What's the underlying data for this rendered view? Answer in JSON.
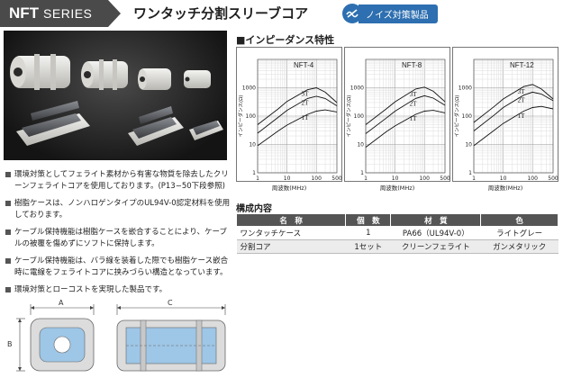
{
  "header": {
    "series_bold": "NFT",
    "series_rest": "SERIES",
    "title": "ワンタッチ分割スリーブコア",
    "badge": "ノイズ対策製品",
    "accent": "#2d6fb0",
    "dark": "#4a4a4a",
    "badge_icon": "noise-wave-icon"
  },
  "features": [
    "環境対策としてフェライト素材から有害な物質を除去したクリーンフェライトコアを使用しております。(P13−50下段参照)",
    "樹脂ケースは、ノンハロゲンタイプのUL94V-0認定材料を使用しております。",
    "ケーブル保持機能は樹脂ケースを嵌合することにより、ケーブルの被覆を傷めずにソフトに保持します。",
    "ケーブル保持機能は、バラ線を装着した際でも樹脂ケース嵌合時に電線をフェライトコアに挟みづらい構造となっています。",
    "環境対策とローコストを実現した製品です。"
  ],
  "impedance": {
    "section_title": "■インピーダンス特性",
    "xlabel": "周波数(MHz)",
    "ylabel": "インピーダンス(Ω)"
  },
  "chart_data": [
    {
      "type": "line",
      "title": "NFT-4",
      "xlabel": "周波数(MHz)",
      "ylabel": "インピーダンス(Ω)",
      "x_scale": "log",
      "y_scale": "log",
      "xlim": [
        1,
        500
      ],
      "ylim": [
        1,
        10000
      ],
      "x_ticks": [
        "1",
        "10",
        "100",
        "500"
      ],
      "y_ticks": [
        "1",
        "10",
        "100",
        "1000"
      ],
      "grid": true,
      "series": [
        {
          "name": "1T",
          "x": [
            1,
            5,
            10,
            50,
            100,
            200,
            500
          ],
          "y": [
            9,
            30,
            48,
            115,
            150,
            165,
            140
          ]
        },
        {
          "name": "2T",
          "x": [
            1,
            5,
            10,
            50,
            100,
            200,
            500
          ],
          "y": [
            25,
            90,
            160,
            420,
            500,
            420,
            230
          ]
        },
        {
          "name": "3T",
          "x": [
            1,
            5,
            10,
            50,
            100,
            200,
            500
          ],
          "y": [
            50,
            180,
            330,
            850,
            1000,
            700,
            300
          ]
        }
      ]
    },
    {
      "type": "line",
      "title": "NFT-8",
      "xlabel": "周波数(MHz)",
      "ylabel": "インピーダンス(Ω)",
      "x_scale": "log",
      "y_scale": "log",
      "xlim": [
        1,
        500
      ],
      "ylim": [
        1,
        10000
      ],
      "x_ticks": [
        "1",
        "10",
        "100",
        "500"
      ],
      "y_ticks": [
        "1",
        "10",
        "100",
        "1000"
      ],
      "grid": true,
      "series": [
        {
          "name": "1T",
          "x": [
            1,
            5,
            10,
            50,
            100,
            200,
            500
          ],
          "y": [
            8,
            28,
            45,
            115,
            150,
            160,
            130
          ]
        },
        {
          "name": "2T",
          "x": [
            1,
            5,
            10,
            50,
            100,
            200,
            500
          ],
          "y": [
            24,
            85,
            150,
            420,
            520,
            430,
            240
          ]
        },
        {
          "name": "3T",
          "x": [
            1,
            5,
            10,
            50,
            100,
            200,
            500
          ],
          "y": [
            50,
            180,
            320,
            900,
            1050,
            750,
            320
          ]
        }
      ]
    },
    {
      "type": "line",
      "title": "NFT-12",
      "xlabel": "周波数(MHz)",
      "ylabel": "インピーダンス(Ω)",
      "x_scale": "log",
      "y_scale": "log",
      "xlim": [
        1,
        500
      ],
      "ylim": [
        1,
        10000
      ],
      "x_ticks": [
        "1",
        "10",
        "100",
        "500"
      ],
      "y_ticks": [
        "1",
        "10",
        "100",
        "1000"
      ],
      "grid": true,
      "series": [
        {
          "name": "1T",
          "x": [
            1,
            5,
            10,
            50,
            100,
            200,
            500
          ],
          "y": [
            9,
            32,
            55,
            150,
            200,
            220,
            180
          ]
        },
        {
          "name": "2T",
          "x": [
            1,
            5,
            10,
            50,
            100,
            200,
            500
          ],
          "y": [
            30,
            110,
            200,
            550,
            700,
            600,
            350
          ]
        },
        {
          "name": "3T",
          "x": [
            1,
            5,
            10,
            50,
            100,
            200,
            500
          ],
          "y": [
            60,
            220,
            400,
            1100,
            1300,
            900,
            400
          ]
        }
      ]
    }
  ],
  "composition": {
    "title": "構成内容",
    "headers": [
      "名　称",
      "個　数",
      "材　質",
      "色"
    ],
    "rows": [
      [
        "ワンタッチケース",
        "1",
        "PA66（UL94V-0）",
        "ライトグレー"
      ],
      [
        "分割コア",
        "1セット",
        "クリーンフェライト",
        "ガンメタリック"
      ]
    ]
  },
  "dimensions": {
    "a": "A",
    "b": "B",
    "c": "C",
    "body_color": "#dcdcdc",
    "core_color": "#9ec6e6"
  }
}
